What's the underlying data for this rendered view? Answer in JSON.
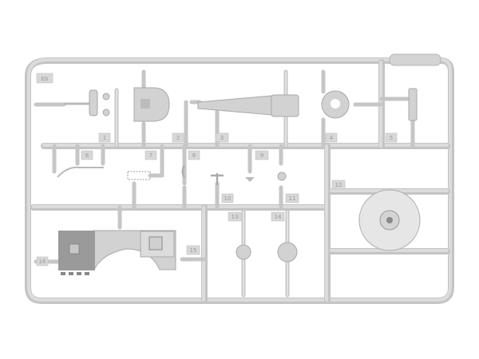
{
  "sprue": {
    "letter": "Eb",
    "tags": [
      "1",
      "2",
      "3",
      "4",
      "5",
      "6",
      "7",
      "8",
      "9",
      "10",
      "11",
      "12",
      "13",
      "14",
      "15",
      "16"
    ]
  },
  "colors": {
    "plastic": "#d2d2d2",
    "background": "#ffffff"
  }
}
